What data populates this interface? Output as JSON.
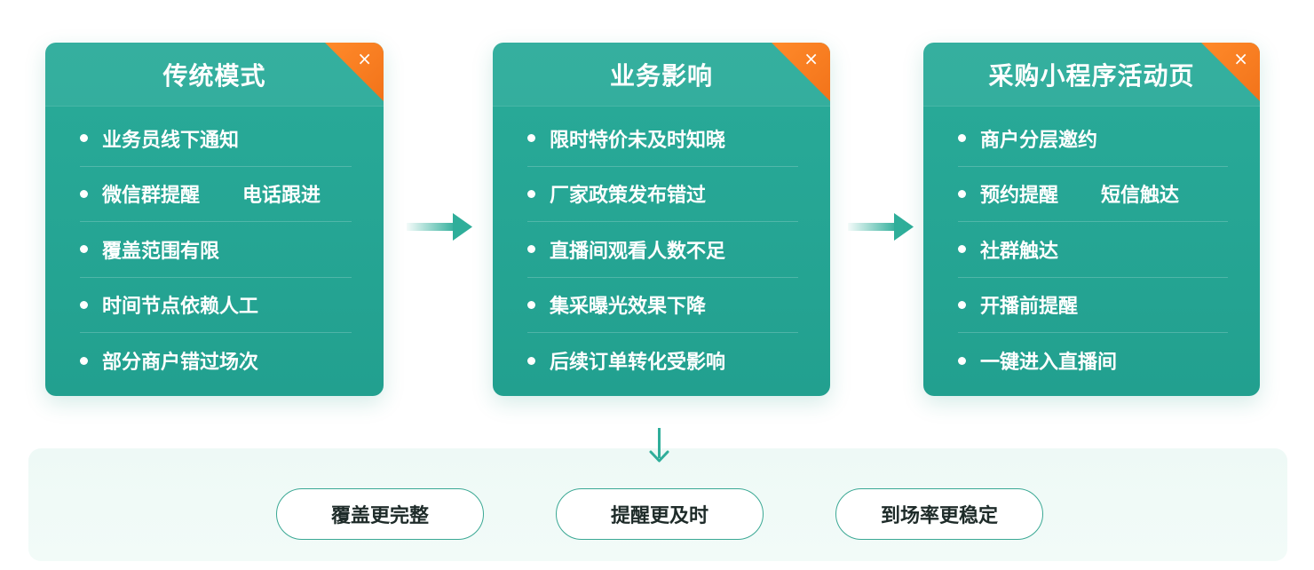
{
  "cards": [
    {
      "title": "传统模式",
      "close_icon": "×",
      "items": [
        {
          "text": "业务员线下通知"
        },
        {
          "text": "微信群提醒",
          "text2": "电话跟进"
        },
        {
          "text": "覆盖范围有限"
        },
        {
          "text": "时间节点依赖人工"
        },
        {
          "text": "部分商户错过场次"
        }
      ]
    },
    {
      "title": "业务影响",
      "close_icon": "×",
      "items": [
        {
          "text": "限时特价未及时知晓"
        },
        {
          "text": "厂家政策发布错过"
        },
        {
          "text": "直播间观看人数不足"
        },
        {
          "text": "集采曝光效果下降"
        },
        {
          "text": "后续订单转化受影响"
        }
      ]
    },
    {
      "title": "采购小程序活动页",
      "close_icon": "×",
      "items": [
        {
          "text": "商户分层邀约"
        },
        {
          "text": "预约提醒",
          "text2": "短信触达"
        },
        {
          "text": "社群触达"
        },
        {
          "text": "开播前提醒"
        },
        {
          "text": "一键进入直播间"
        }
      ]
    }
  ],
  "results": [
    "覆盖更完整",
    "提醒更及时",
    "到场率更稳定"
  ],
  "colors": {
    "card": "#24a592",
    "corner": "#f57a1f",
    "arrow": "#2fae9a",
    "pill_border": "#3aa894",
    "panel": "#eff9f6"
  }
}
